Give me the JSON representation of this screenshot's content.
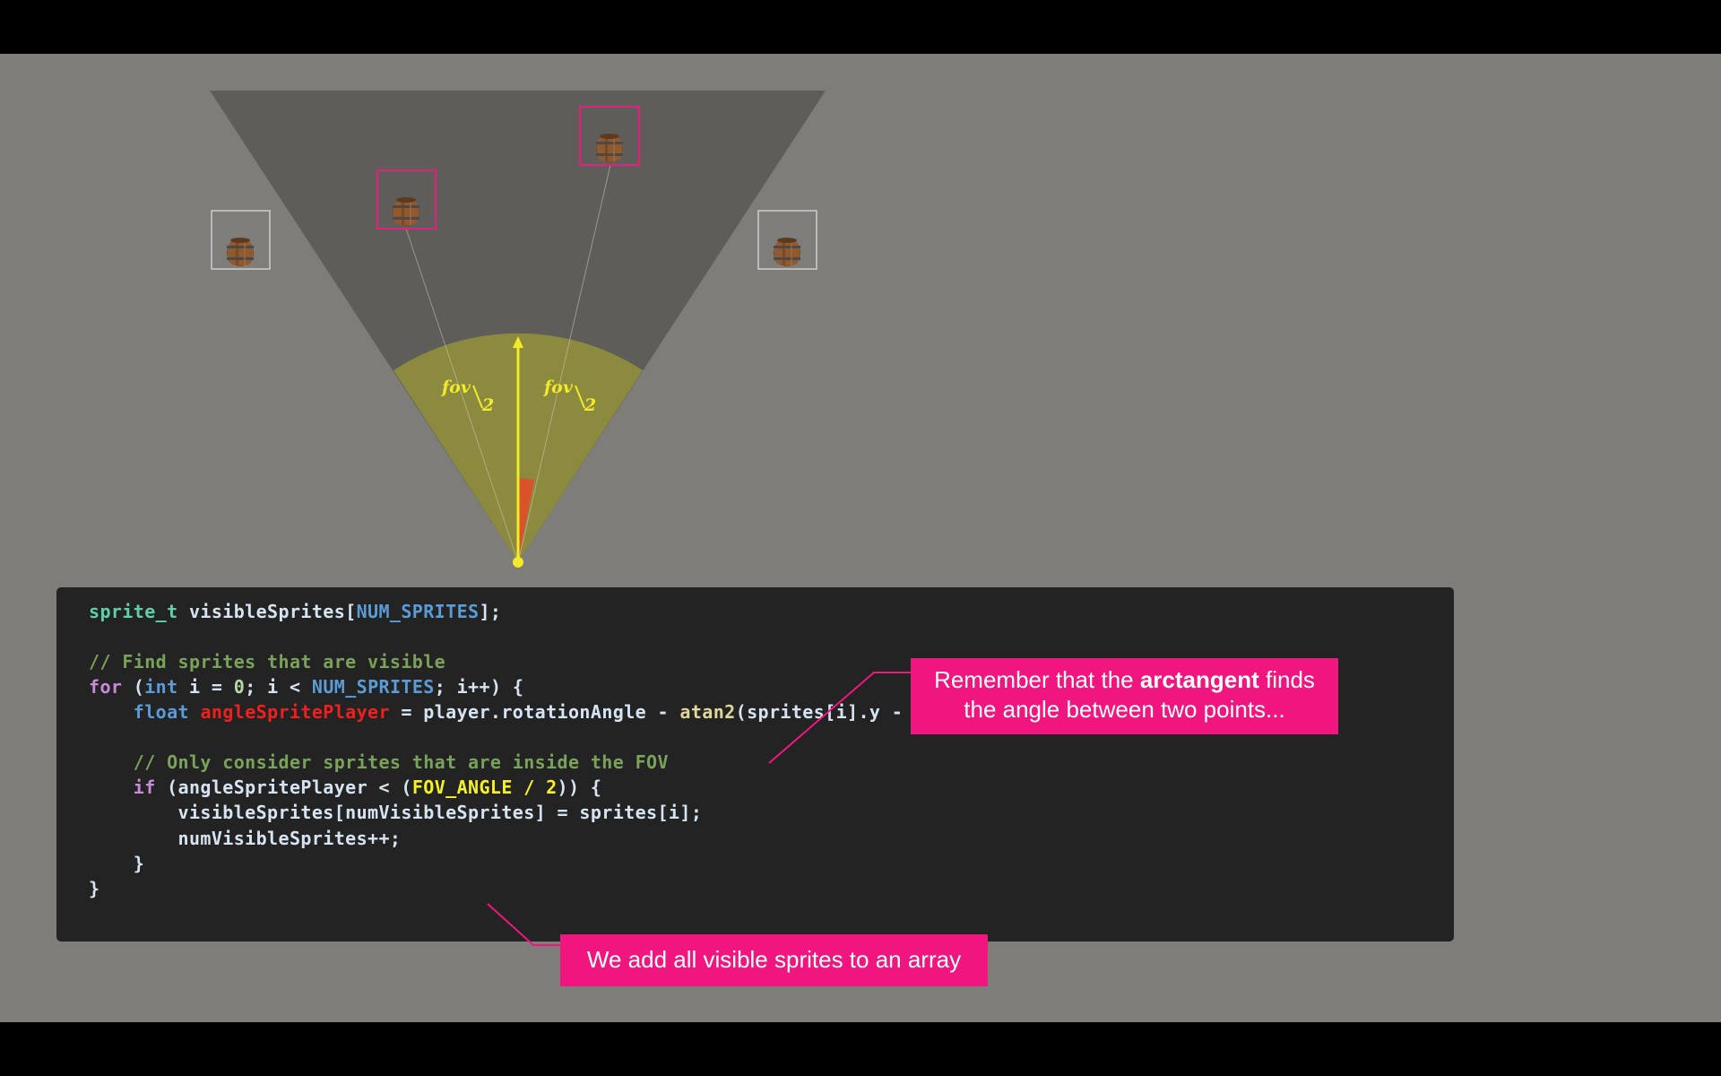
{
  "diagram": {
    "fov_label_numerator": "fov",
    "fov_label_denominator": "2",
    "sprite_icon": "barrel-icon",
    "colors": {
      "background": "#7e7d79",
      "fov_cone": "#5e5d59",
      "fov_arc": "#8c8a3e",
      "player_direction": "#f2ea2a",
      "visible_sprite_box": "#e3207e",
      "hidden_sprite_box": "#cfcfcf",
      "sprite_angle_wedge": "#d9522a"
    }
  },
  "code": {
    "line1": {
      "type": "sprite_t",
      "name": " visibleSprites[",
      "macro": "NUM_SPRITES",
      "end": "];"
    },
    "line2": {
      "comment": "// Find sprites that are visible"
    },
    "line3": {
      "kw": "for",
      "a": " (",
      "kw2": "int",
      "b": " i = ",
      "num": "0",
      "c": "; i < ",
      "macro": "NUM_SPRITES",
      "d": "; i++) {"
    },
    "line4": {
      "indent": "    ",
      "kw": "float",
      "sp": " ",
      "var": "angleSpritePlayer",
      "a": " = player.rotationAngle - ",
      "fn": "atan2",
      "b": "(sprites[i].y - player.y, sprites[i].x - player.x);"
    },
    "line5": {
      "indent": "    ",
      "comment": "// Only consider sprites that are inside the FOV"
    },
    "line6": {
      "indent": "    ",
      "kw": "if",
      "a": " (angleSpritePlayer < (",
      "macro": "FOV_ANGLE / 2",
      "b": ")) {"
    },
    "line7": {
      "text": "        visibleSprites[numVisibleSprites] = sprites[i];"
    },
    "line8": {
      "text": "        numVisibleSprites++;"
    },
    "line9": {
      "text": "    }"
    },
    "line10": {
      "text": "}"
    }
  },
  "callouts": {
    "arctan": {
      "before": "Remember that the ",
      "bold": "arctangent",
      "after": " finds",
      "line2": "the angle between two points..."
    },
    "array": {
      "text": "We add all visible sprites to an array"
    }
  }
}
